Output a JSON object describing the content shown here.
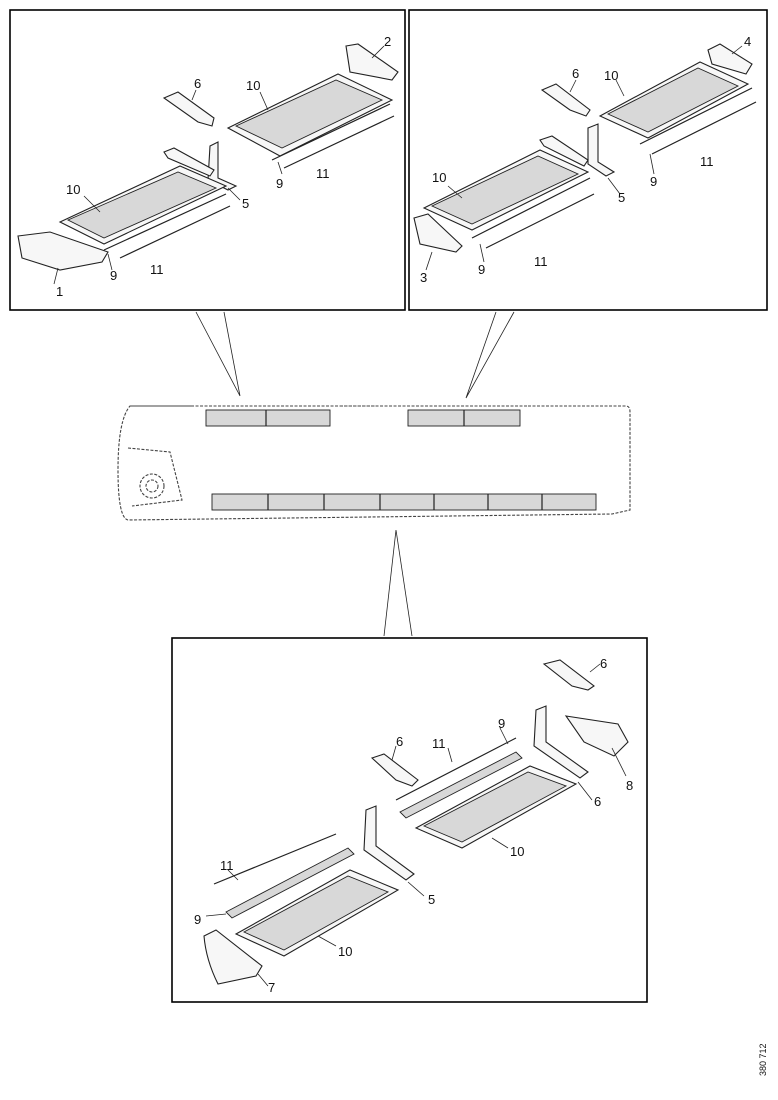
{
  "panels": {
    "top_left": {
      "labels": [
        "1",
        "2",
        "5",
        "6",
        "9",
        "9",
        "10",
        "10",
        "11",
        "11"
      ]
    },
    "top_right": {
      "labels": [
        "3",
        "4",
        "5",
        "6",
        "9",
        "9",
        "10",
        "10",
        "11",
        "11"
      ]
    },
    "bottom": {
      "labels": [
        "5",
        "6",
        "6",
        "6",
        "7",
        "8",
        "9",
        "9",
        "10",
        "10",
        "11",
        "11"
      ]
    }
  },
  "document_id": "380 712",
  "colors": {
    "line": "#222222",
    "background": "#ffffff"
  }
}
